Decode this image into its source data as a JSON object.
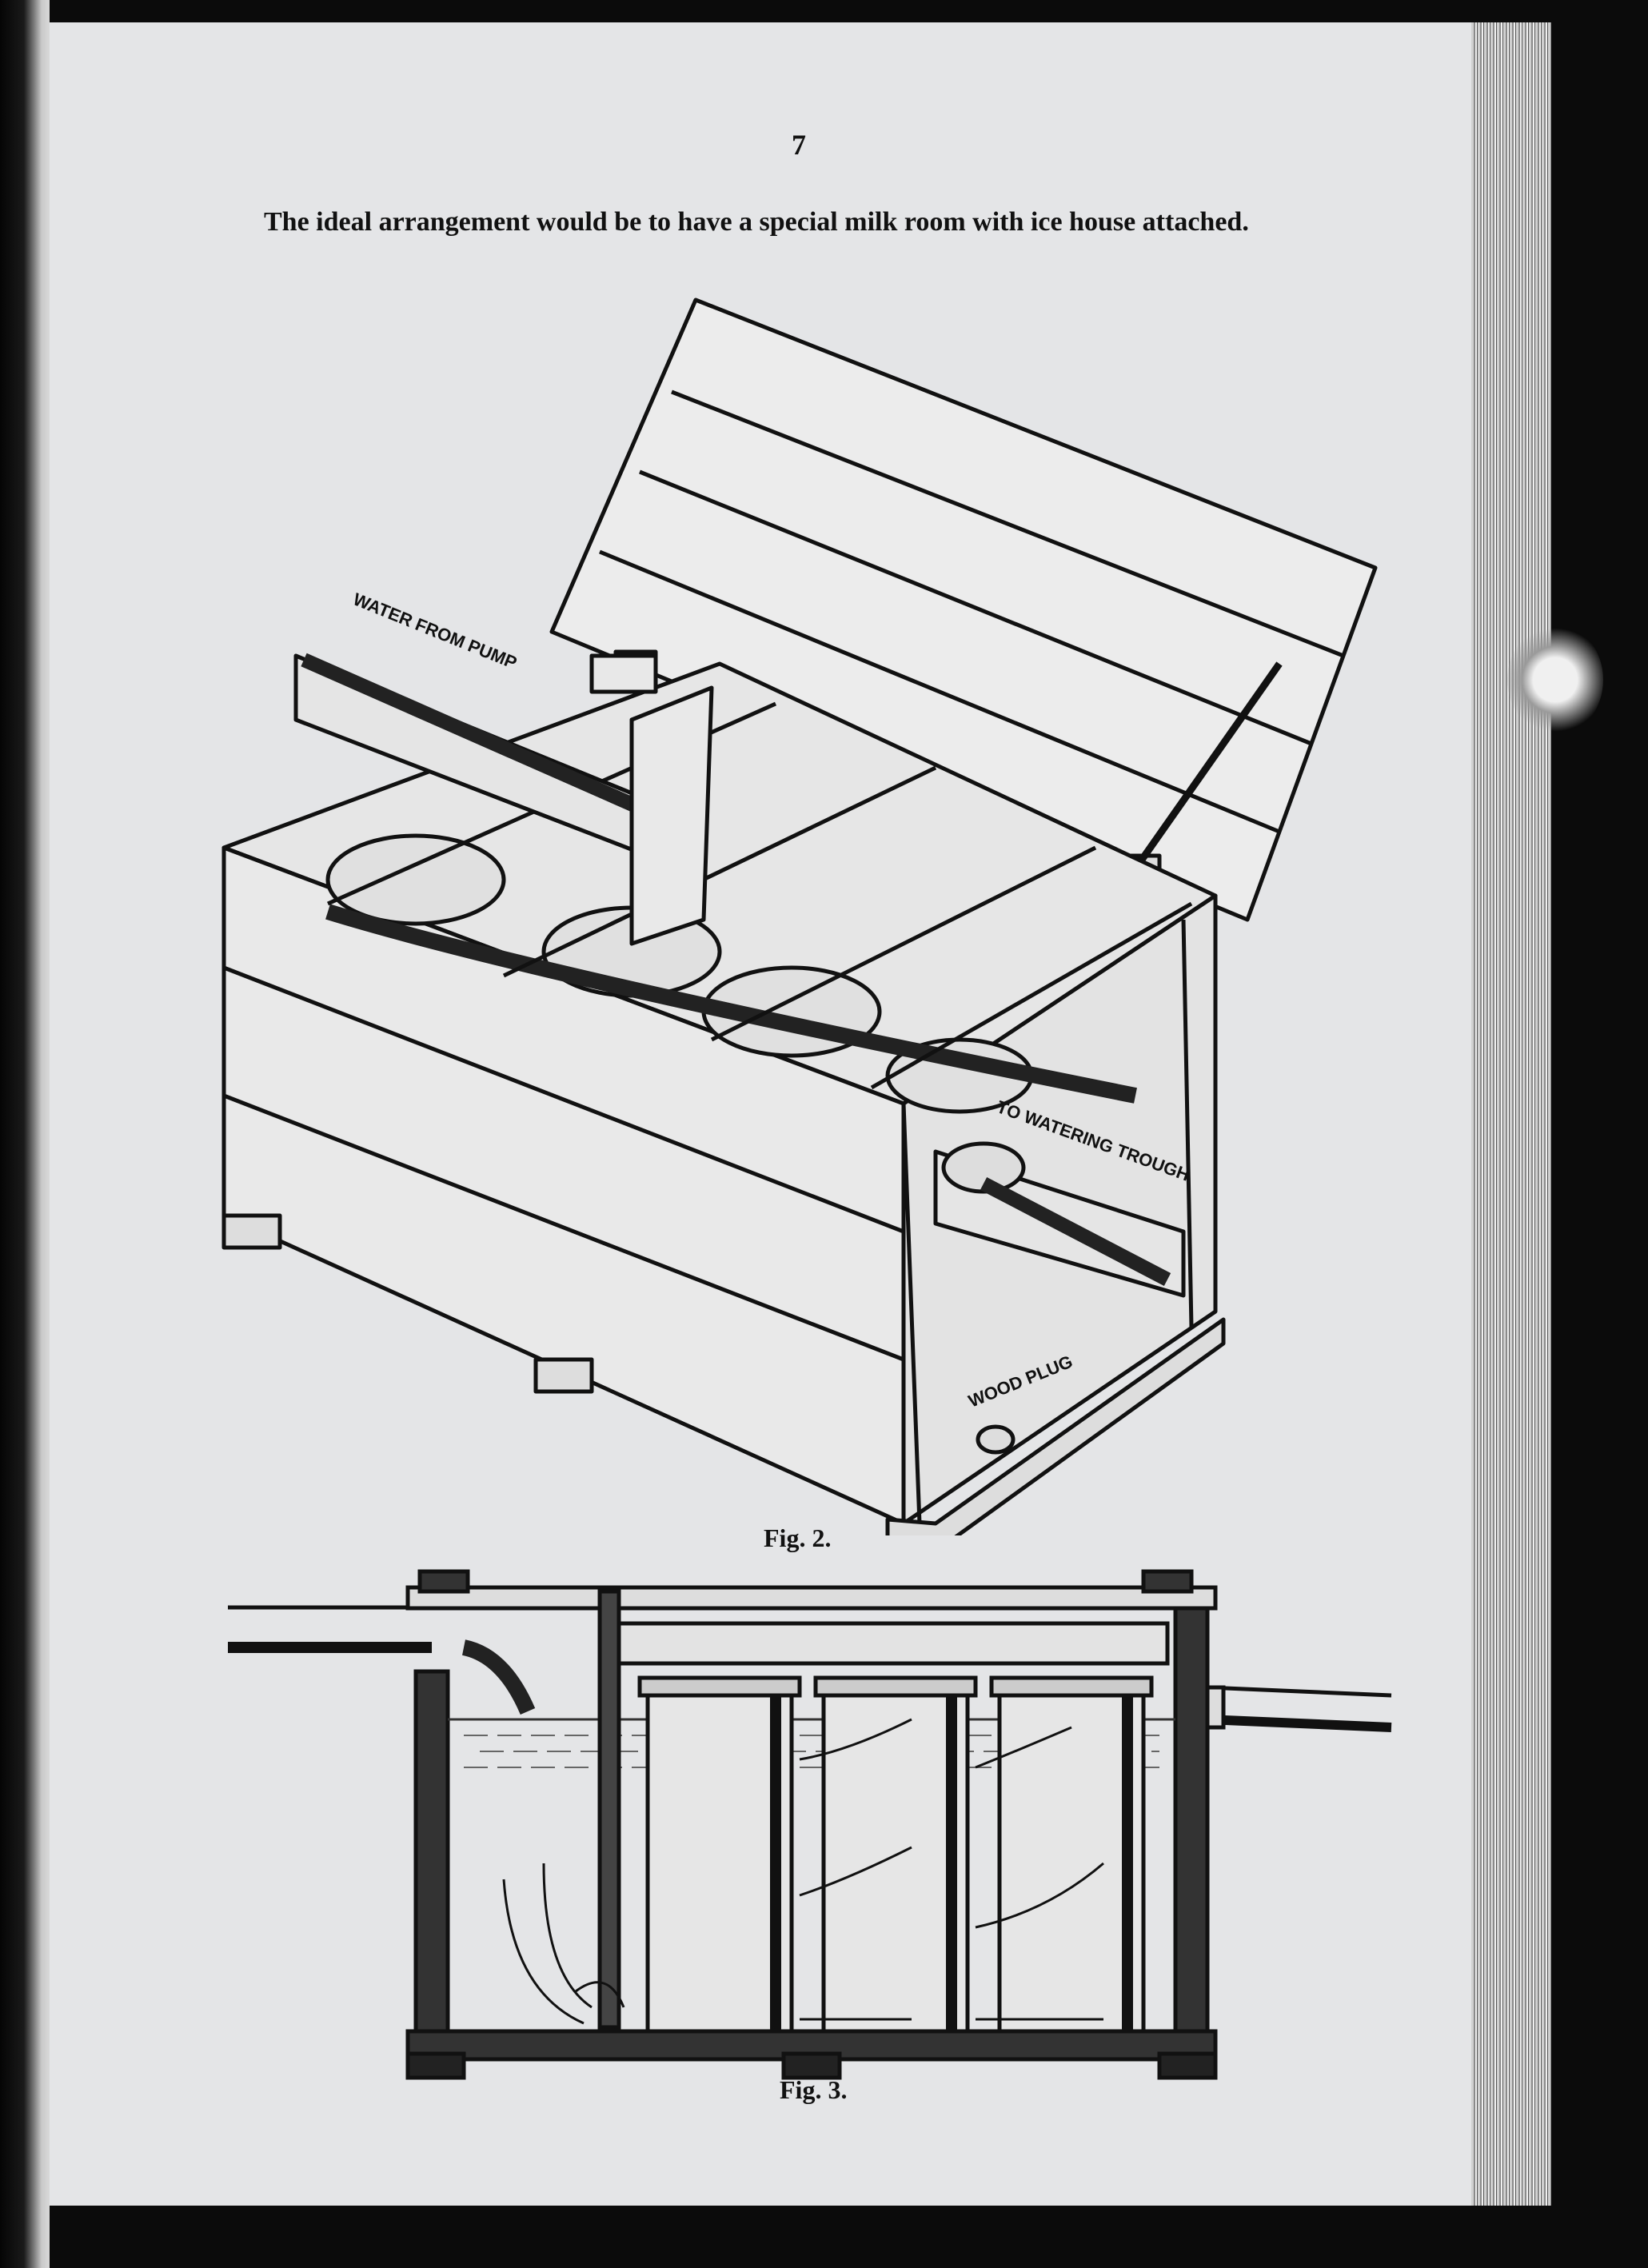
{
  "page": {
    "number": "7",
    "paragraph": "The ideal arrangement would be to have a special milk room with ice house attached."
  },
  "figures": [
    {
      "caption": "Fig. 2.",
      "labels": {
        "inlet": "WATER FROM PUMP",
        "outlet": "TO WATERING TROUGH",
        "plug": "WOOD PLUG"
      }
    },
    {
      "caption": "Fig. 3."
    }
  ]
}
